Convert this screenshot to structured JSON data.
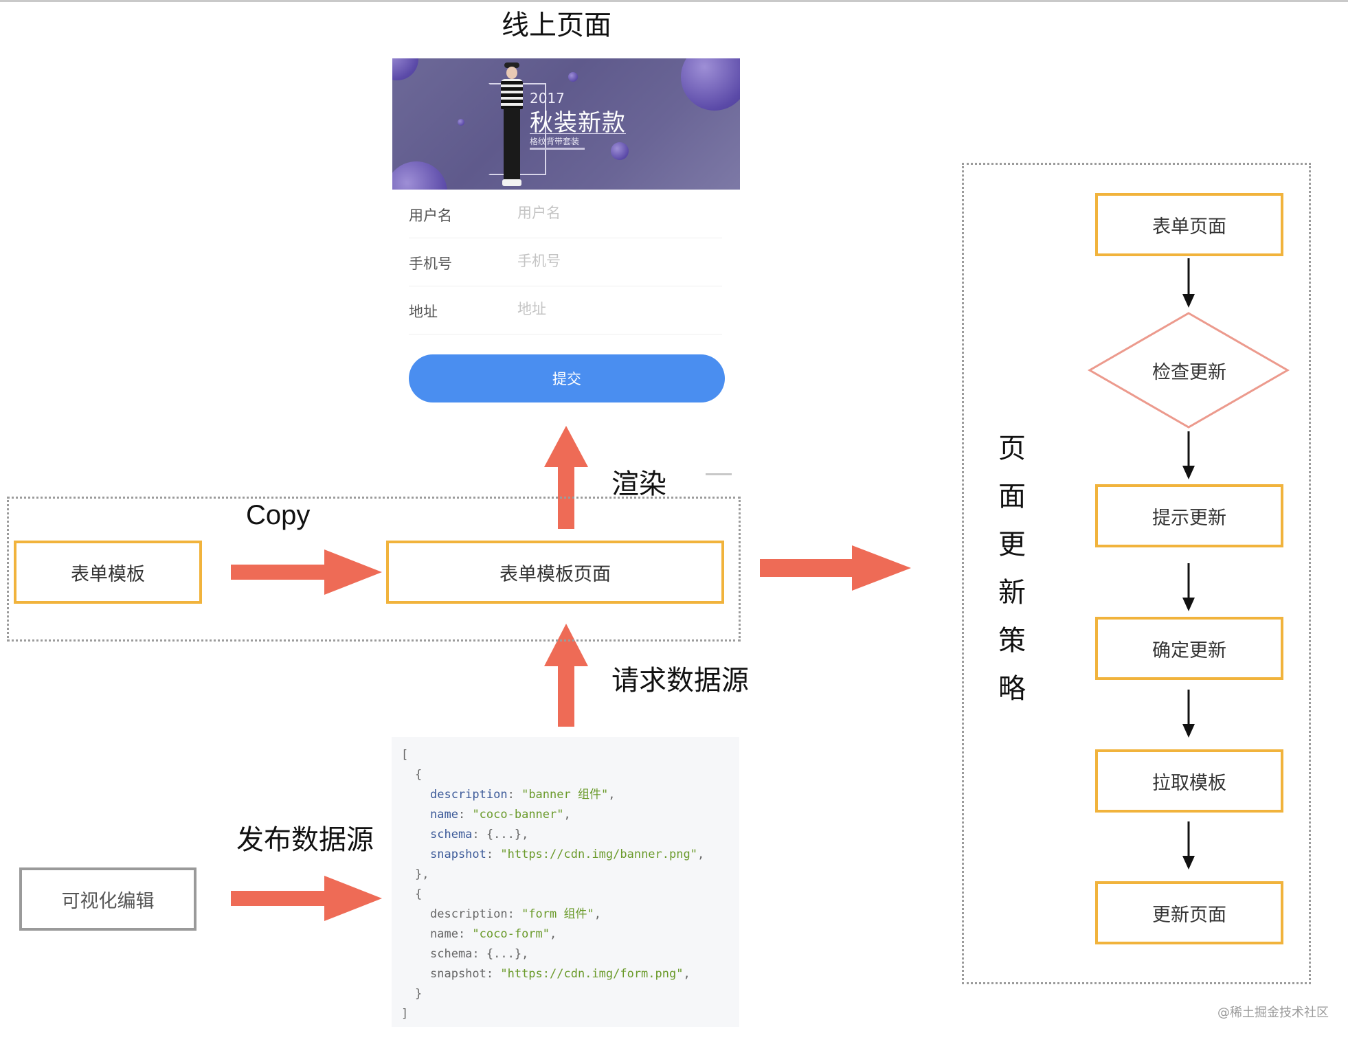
{
  "titles": {
    "online_page": "线上页面",
    "strategy": [
      "页",
      "面",
      "更",
      "新",
      "策",
      "略"
    ]
  },
  "banner": {
    "year": "2017",
    "title": "秋装新款",
    "subtitle": "格纹背带套装"
  },
  "form": {
    "fields": [
      {
        "label": "用户名",
        "placeholder": "用户名"
      },
      {
        "label": "手机号",
        "placeholder": "手机号"
      },
      {
        "label": "地址",
        "placeholder": "地址"
      }
    ],
    "submit_label": "提交"
  },
  "labels": {
    "render": "渲染",
    "copy": "Copy",
    "request_source": "请求数据源",
    "publish_source": "发布数据源"
  },
  "boxes": {
    "form_template": "表单模板",
    "form_template_page": "表单模板页面",
    "visual_editor": "可视化编辑"
  },
  "flow": {
    "steps": [
      "表单页面",
      "检查更新",
      "提示更新",
      "确定更新",
      "拉取模板",
      "更新页面"
    ]
  },
  "code": {
    "items": [
      {
        "description": "\"banner 组件\"",
        "name": "\"coco-banner\"",
        "schema": "{...}",
        "snapshot": "\"https://cdn.img/banner.png\""
      },
      {
        "description": "\"form 组件\"",
        "name": "\"coco-form\"",
        "schema": "{...}",
        "snapshot": "\"https://cdn.img/form.png\""
      }
    ]
  },
  "watermark": "@稀土掘金技术社区",
  "colors": {
    "arrow": "#ee6b56",
    "box_border": "#f1b33c",
    "diamond_border": "#ec9a8d",
    "gray_border": "#9a9a9a",
    "button": "#4a8ef0"
  }
}
